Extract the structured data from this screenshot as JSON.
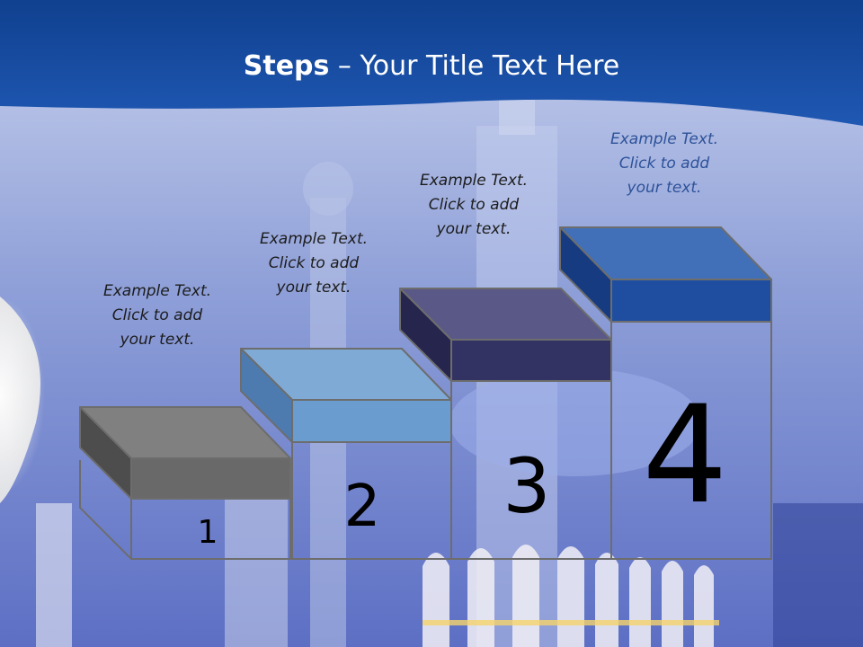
{
  "slide": {
    "title_bold": "Steps",
    "title_rest": " – Your Title Text Here",
    "colors": {
      "header": "#1a4fa6",
      "background": "#9fb0de",
      "step1_top": "#808080",
      "step1_front": "#696969",
      "step1_side": "#4d4d4d",
      "step2_top": "#80aad6",
      "step2_front": "#6a9ccf",
      "step2_side": "#4d7bb0",
      "step3_top": "#5a5887",
      "step3_front": "#333363",
      "step3_side": "#25254e",
      "step4_top": "#4170b8",
      "step4_front": "#1f4ea0",
      "step4_side": "#173b80",
      "step4_caption": "#2d5299",
      "outline": "#6d6d6d"
    }
  },
  "steps": [
    {
      "number": "1",
      "caption": [
        "Example Text.",
        "Click  to add",
        "your text."
      ]
    },
    {
      "number": "2",
      "caption": [
        "Example Text.",
        "Click  to add",
        "your text."
      ]
    },
    {
      "number": "3",
      "caption": [
        "Example Text.",
        "Click  to add",
        "your text."
      ]
    },
    {
      "number": "4",
      "caption": [
        "Example Text.",
        "Click  to add",
        "your text."
      ]
    }
  ]
}
